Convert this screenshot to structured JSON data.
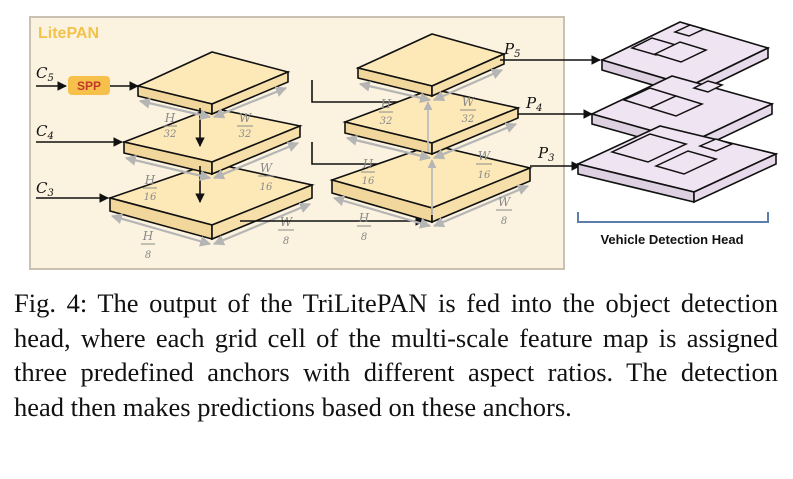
{
  "figure": {
    "litepan_label": "LitePAN",
    "spp_label": "SPP",
    "inputs": [
      {
        "base": "C",
        "sub": "5"
      },
      {
        "base": "C",
        "sub": "4"
      },
      {
        "base": "C",
        "sub": "3"
      }
    ],
    "outputs": [
      {
        "base": "P",
        "sub": "5"
      },
      {
        "base": "P",
        "sub": "4"
      },
      {
        "base": "P",
        "sub": "3"
      }
    ],
    "dims": {
      "h": "H",
      "w": "W",
      "d32": "32",
      "d16": "16",
      "d8": "8"
    },
    "head_label": "Vehicle Detection Head",
    "colors": {
      "panel_fill": "#fbf3df",
      "panel_border": "#c9c1b2",
      "litepan_text": "#f2c24b",
      "spp_fill": "#f7c04a",
      "spp_text": "#c0392b",
      "plate_fill": "#fde9b8",
      "head_fill": "#efe4f1",
      "head_bracket": "#5b7fa8"
    }
  },
  "caption": "Fig. 4: The output of the TriLitePAN is fed into the object detection head, where each grid cell of the multi-scale feature map is assigned three predefined anchors with different aspect ratios. The detection head then makes predictions based on these anchors."
}
